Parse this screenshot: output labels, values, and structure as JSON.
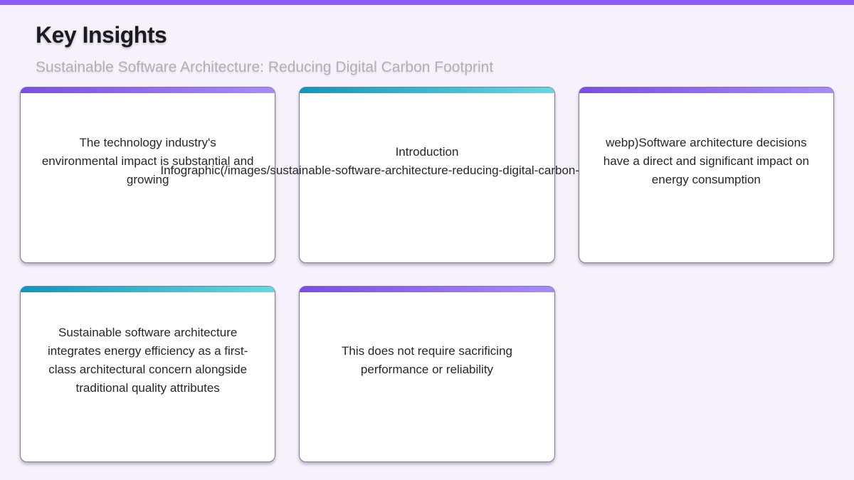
{
  "header": {
    "title": "Key Insights",
    "subtitle": "Sustainable Software Architecture: Reducing Digital Carbon Footprint"
  },
  "colors": {
    "accent_bar": "#8b5cf6",
    "background": "#f6f1fc",
    "card_purple_start": "#7a4de3",
    "card_purple_end": "#a78bfa",
    "card_teal_start": "#1295ba",
    "card_teal_end": "#67d8e2"
  },
  "cards": [
    {
      "accent": "purple",
      "text": "The technology industry's environmental impact is substantial and growing"
    },
    {
      "accent": "teal",
      "title": "Introduction",
      "overflow_token": "Infographic(/images/sustainable-software-architecture-reducing-digital-carbon-footprint-architecture."
    },
    {
      "accent": "purple",
      "text": "webp)Software architecture decisions have a direct and significant impact on energy consumption"
    },
    {
      "accent": "teal",
      "text": "Sustainable software architecture integrates energy efficiency as a first-class architectural concern alongside traditional quality attributes"
    },
    {
      "accent": "purple",
      "text": "This does not require sacrificing performance or reliability"
    }
  ]
}
